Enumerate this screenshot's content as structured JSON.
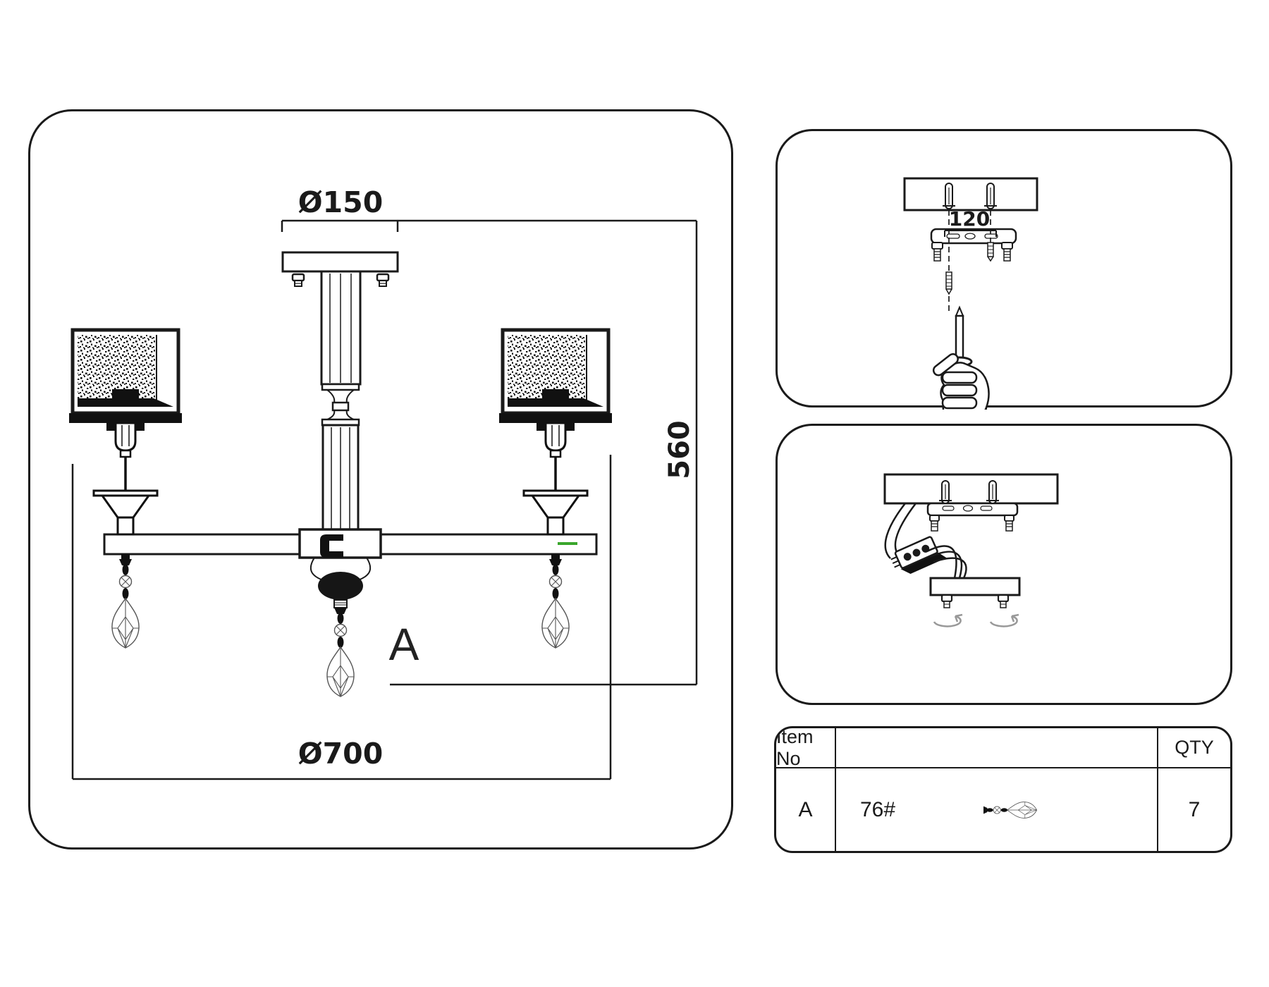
{
  "window": {
    "background": "#ffffff"
  },
  "main_diagram": {
    "dims": {
      "canopy_diameter": "Ø150",
      "height": "560",
      "fixture_diameter": "Ø700"
    },
    "part_label": "A"
  },
  "install_steps": {
    "step1": {
      "screw_spacing": "120"
    },
    "step2": {}
  },
  "parts_table": {
    "header": {
      "item_no": "Item No",
      "description": "",
      "qty": "QTY"
    },
    "rows": [
      {
        "item_no": "A",
        "description": "76#",
        "qty": "7"
      }
    ]
  },
  "colors": {
    "line": "#1a1a1a",
    "crystal_line": "#555555",
    "ground_wire_green": "#3aa62c",
    "arrow_gray": "#999999"
  }
}
